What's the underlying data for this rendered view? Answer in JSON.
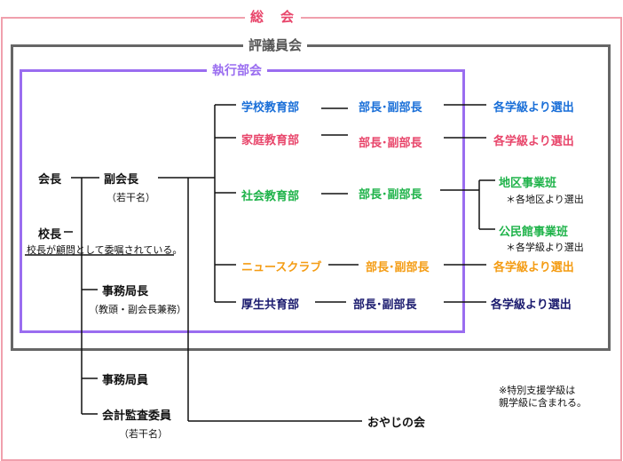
{
  "frames": {
    "soukai": "総　会",
    "hyogiinkai": "評議員会",
    "shikkobukai": "執行部会"
  },
  "officers": {
    "kaicho": "会長",
    "fukukaicho": "副会長",
    "fukukaicho_note": "（若干名）",
    "kocho": "校長",
    "kocho_note": "校長が顧問として委嘱されている。",
    "jimukyokucho": "事務局長",
    "jimukyokucho_note": "（教頭・副会長兼務）",
    "jimukyokuin": "事務局員",
    "kaikei_kansa": "会計監査委員",
    "kaikei_kansa_note": "（若干名）",
    "oyaji": "おやじの会"
  },
  "departments": [
    {
      "name": "学校教育部",
      "head": "部長･副部長",
      "selection": "各学級より選出",
      "color": "#1a6fd8"
    },
    {
      "name": "家庭教育部",
      "head": "部長･副部長",
      "selection": "各学級より選出",
      "color": "#e8466b"
    },
    {
      "name": "社会教育部",
      "head": "部長･副部長",
      "color": "#1fb34a"
    },
    {
      "name": "ニュースクラブ",
      "head": "部長･副部長",
      "selection": "各学級より選出",
      "color": "#f49c14"
    },
    {
      "name": "厚生共育部",
      "head": "部長･副部長",
      "selection": "各学級より選出",
      "color": "#1a1a6e"
    }
  ],
  "social_branches": [
    {
      "name": "地区事業班",
      "note": "＊各地区より選出"
    },
    {
      "name": "公民館事業班",
      "note": "＊各学級より選出"
    }
  ],
  "footnote": {
    "line1": "※特別支援学級は",
    "line2": "親学級に含まれる。"
  },
  "colors": {
    "soukai_frame": "#f0a0ad",
    "hyogiinkai_frame": "#666666",
    "shikkobukai_frame": "#9a6df0"
  }
}
